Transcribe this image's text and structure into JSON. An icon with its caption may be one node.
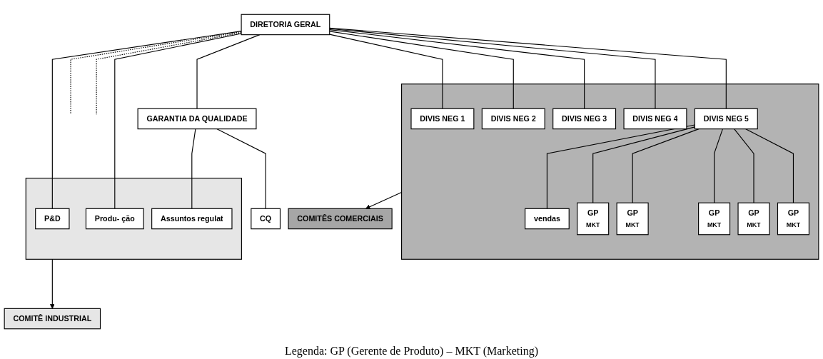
{
  "diagram": {
    "nodes": [
      {
        "text": [
          "DIRETORIA GERAL"
        ]
      },
      {
        "text": [],
        "shape": "box"
      },
      {
        "text": [
          "DIVIS NEG 1"
        ],
        "in": 1
      },
      {
        "text": [
          "DIVIS NEG 2"
        ],
        "in": 1
      },
      {
        "text": [
          "DIVIS NEG 3"
        ],
        "in": 1
      },
      {
        "text": [
          "DIVIS NEG 4"
        ],
        "in": 1
      },
      {
        "text": [
          "DIVIS NEG 5"
        ],
        "in": 1
      },
      {
        "text": [],
        "shape": "box"
      },
      {
        "text": [
          "P&D"
        ],
        "in": 7
      },
      {
        "text": [
          "Produ- ção"
        ],
        "in": 7
      },
      {
        "text": [
          "GARANTIA DA QUALIDADE"
        ]
      },
      {
        "text": [
          "vendas"
        ],
        "in": 1
      },
      {
        "text": [
          "GP",
          "MKT"
        ],
        "in": 1
      },
      {
        "text": [
          "GP",
          "MKT"
        ],
        "in": 1
      },
      {
        "text": [
          "GP",
          "MKT"
        ],
        "in": 1
      },
      {
        "text": [
          "GP",
          "MKT"
        ],
        "in": 1
      },
      {
        "text": [
          "GP",
          "MKT"
        ],
        "in": 1
      },
      {
        "text": [
          "Assuntos regulat"
        ],
        "in": 7
      },
      {
        "text": [
          "CQ"
        ]
      },
      {
        "text": [
          "COMITÊS COMERCIAIS"
        ]
      },
      {
        "text": [
          "COMITÊ INDUSTRIAL"
        ]
      }
    ],
    "edges": [
      {
        "from": 0,
        "to": null,
        "arrow": "none",
        "style": "dashed"
      },
      {
        "from": 0,
        "to": 2,
        "arrow": "none"
      },
      {
        "from": 0,
        "to": 3,
        "arrow": "none"
      },
      {
        "from": 0,
        "to": 4,
        "arrow": "none"
      },
      {
        "from": 0,
        "to": 5,
        "arrow": "none"
      },
      {
        "from": 0,
        "to": 6,
        "arrow": "none"
      },
      {
        "from": 0,
        "to": 8,
        "arrow": "none"
      },
      {
        "from": 0,
        "to": 9,
        "arrow": "none"
      },
      {
        "from": 0,
        "to": 10,
        "arrow": "none"
      },
      {
        "from": 0,
        "to": null,
        "arrow": "none",
        "style": "dashed"
      },
      {
        "from": 6,
        "to": 11,
        "arrow": "none"
      },
      {
        "from": 6,
        "to": 12,
        "arrow": "none"
      },
      {
        "from": 6,
        "to": 13,
        "arrow": "none"
      },
      {
        "from": 6,
        "to": 14,
        "arrow": "none"
      },
      {
        "from": 6,
        "to": 15,
        "arrow": "none"
      },
      {
        "from": 6,
        "to": 16,
        "arrow": "none"
      },
      {
        "from": 10,
        "to": 17,
        "arrow": "none"
      },
      {
        "from": 10,
        "to": 18,
        "arrow": "none"
      },
      {
        "from": 1,
        "to": 19,
        "arrow": "to"
      },
      {
        "from": 7,
        "to": 20,
        "arrow": "to"
      }
    ],
    "labels": [
      "Legenda: GP (Gerente de Produto) – MKT (Marketing)"
    ]
  }
}
